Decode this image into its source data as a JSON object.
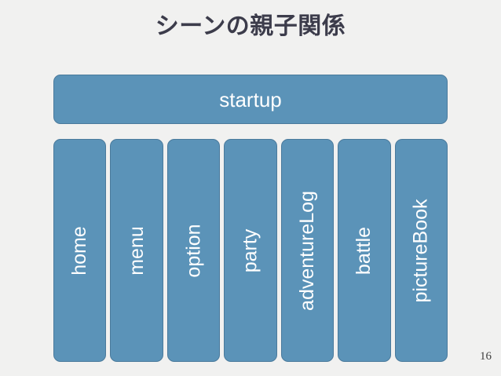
{
  "slide": {
    "title": "シーンの親子関係",
    "page_number": "16",
    "colors": {
      "background": "#f1f1f0",
      "node_fill": "#5b93b8",
      "node_border": "#4a7a9c",
      "node_text": "#ffffff",
      "title_text": "#3c3c4b",
      "page_number_text": "#3f3f3f"
    }
  },
  "diagram": {
    "parent": {
      "label": "startup"
    },
    "children": [
      {
        "label": "home"
      },
      {
        "label": "menu"
      },
      {
        "label": "option"
      },
      {
        "label": "party"
      },
      {
        "label": "adventureLog"
      },
      {
        "label": "battle"
      },
      {
        "label": "pictureBook"
      }
    ]
  }
}
